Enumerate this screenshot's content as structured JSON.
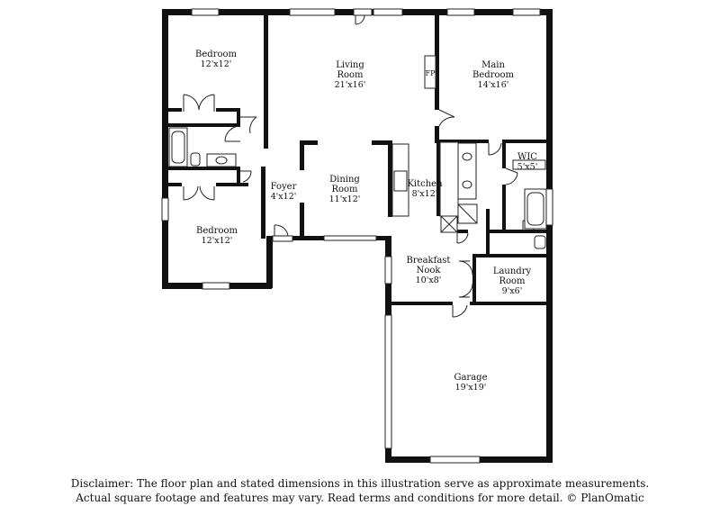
{
  "rooms": {
    "bedroom_top": {
      "name": "Bedroom",
      "dims": "12'x12'"
    },
    "living": {
      "name_line1": "Living",
      "name_line2": "Room",
      "dims": "21'x16'"
    },
    "main_bedroom": {
      "name_line1": "Main",
      "name_line2": "Bedroom",
      "dims": "14'x16'"
    },
    "fireplace": "FP",
    "wic": {
      "name": "WIC",
      "dims": "5'x5'"
    },
    "foyer": {
      "name": "Foyer",
      "dims": "4'x12'"
    },
    "dining": {
      "name_line1": "Dining",
      "name_line2": "Room",
      "dims": "11'x12'"
    },
    "kitchen": {
      "name": "Kitchen",
      "dims": "8'x12'"
    },
    "bedroom_bottom": {
      "name": "Bedroom",
      "dims": "12'x12'"
    },
    "breakfast": {
      "name_line1": "Breakfast",
      "name_line2": "Nook",
      "dims": "10'x8'"
    },
    "laundry": {
      "name_line1": "Laundry",
      "name_line2": "Room",
      "dims": "9'x6'"
    },
    "garage": {
      "name": "Garage",
      "dims": "19'x19'"
    }
  },
  "disclaimer": {
    "line1": "Disclaimer: The floor plan and stated dimensions in this illustration serve as approximate measurements.",
    "line2": "Actual square footage and features may vary. Read terms and conditions for more detail. © PlanOmatic"
  }
}
